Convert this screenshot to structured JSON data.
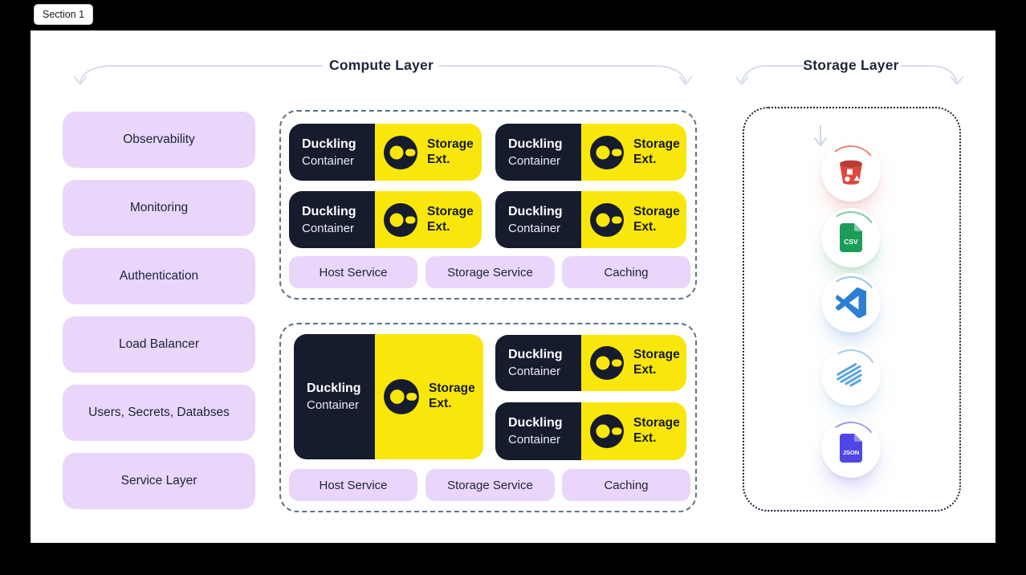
{
  "section_label": "Section 1",
  "headers": {
    "compute": "Compute Layer",
    "storage": "Storage Layer"
  },
  "sidebar": {
    "items": [
      "Observability",
      "Monitoring",
      "Authentication",
      "Load Balancer",
      "Users, Secrets, Databses",
      "Service Layer"
    ]
  },
  "duckling": {
    "name": "Duckling",
    "type": "Container",
    "ext_line1": "Storage",
    "ext_line2": "Ext."
  },
  "groups": [
    {
      "services": [
        "Host Service",
        "Storage Service",
        "Caching"
      ]
    },
    {
      "services": [
        "Host Service",
        "Storage Service",
        "Caching"
      ]
    }
  ],
  "storage": {
    "icons": [
      {
        "name": "s3-bucket",
        "color": "#dd4841"
      },
      {
        "name": "csv-file",
        "label": "CSV",
        "color": "#1b9c57"
      },
      {
        "name": "vscode",
        "color": "#2d7fd4"
      },
      {
        "name": "parquet",
        "color": "#5aa6dc"
      },
      {
        "name": "json-file",
        "label": "JSON",
        "color": "#4f46e5"
      }
    ]
  },
  "colors": {
    "background": "#000000",
    "canvas": "#ffffff",
    "lavender": "#e9d6fa",
    "navy": "#161b2d",
    "accent_yellow": "#f9e70b",
    "dashed_border": "#5f7183",
    "dotted_border": "#171e31",
    "arrow": "#d6deea"
  }
}
